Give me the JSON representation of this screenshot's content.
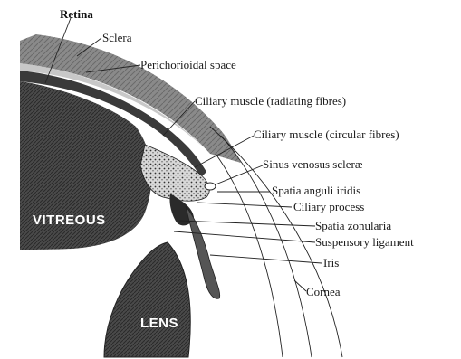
{
  "labels": {
    "retina": "Retina",
    "sclera": "Sclera",
    "perichorioidal_space": "Perichorioidal space",
    "ciliary_muscle_radiating": "Ciliary muscle (radiating fibres)",
    "ciliary_muscle_circular": "Ciliary muscle (circular fibres)",
    "sinus_venosus": "Sinus venosus scleræ",
    "spatia_anguli": "Spatia anguli iridis",
    "ciliary_process": "Ciliary process",
    "spatia_zonularia": "Spatia zonularia",
    "suspensory_ligament": "Suspensory ligament",
    "iris": "Iris",
    "cornea": "Cornea"
  },
  "regions": {
    "vitreous": "VITREOUS",
    "lens": "LENS"
  }
}
